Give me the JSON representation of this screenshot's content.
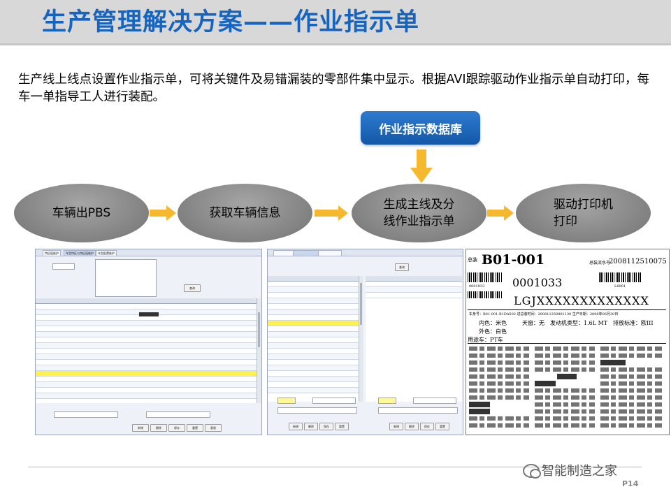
{
  "slide": {
    "title": "生产管理解决方案——作业指示单",
    "intro": "生产线上线点设置作业指示单，可将关键件及易错漏装的零部件集中显示。根据AVI跟踪驱动作业指示单自动打印，每车一单指导工人进行装配。",
    "page_number": "P14",
    "brand": "智能制造之家"
  },
  "flow": {
    "database": "作业指示数据库",
    "steps": [
      {
        "label_lines": [
          "车辆出PBS"
        ]
      },
      {
        "label_lines": [
          "获取车辆信息"
        ]
      },
      {
        "label_lines": [
          "生成主线及分",
          "线作业指示单"
        ]
      },
      {
        "label_lines": [
          "驱动打印机",
          "打印"
        ]
      }
    ]
  },
  "colors": {
    "title_blue": "#1565c0",
    "database_blue": "#1e66b8",
    "arrow_orange": "#f5b82e",
    "oval_gray": "#8f8f8f"
  },
  "screenshot_left": {
    "tabs": [
      "特征值维护",
      "车型特征与特征值维护",
      "车型配置维护"
    ],
    "query_button": "查询",
    "bottom_buttons": [
      "新增",
      "删除",
      "保存",
      "重置",
      "复制"
    ]
  },
  "screenshot_middle": {
    "query_button": "查询",
    "bottom_buttons": [
      "新增",
      "删除",
      "保存",
      "重置"
    ]
  },
  "print_sheet": {
    "label_total": "总装",
    "code": "B01-001",
    "label_serial": "总装流水号",
    "serial": "2008112510075",
    "number": "0001033",
    "small_code": "0001033",
    "small_code_right": "L6001",
    "vin": "LGJXXXXXXXXXXXXX",
    "line1": "车身号：B01-001-B1DA502   进总装时间：200811250801130   生产日期：2008年06月30日",
    "color_inner": "内色：米色",
    "sunroof": "天窗：无",
    "engine": "发动机类型：1.6L MT",
    "emission": "排放标准：欧III",
    "color_outer": "外色：白色",
    "usage": "用途车：PT车"
  },
  "icons": {
    "brand": "wechat-icon"
  }
}
